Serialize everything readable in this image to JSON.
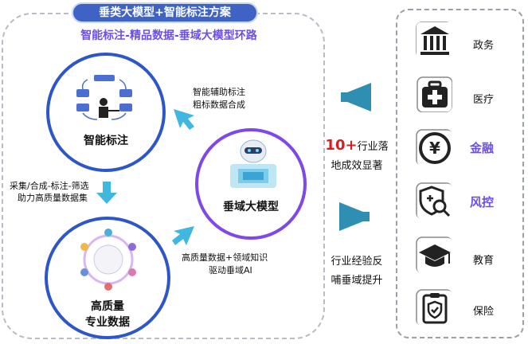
{
  "header": {
    "title": "垂类大模型+智能标注方案"
  },
  "subtitle": "智能标注-精品数据-垂域大模型环路",
  "nodes": {
    "smart_label": "智能标注",
    "vertical_model": "垂域大模型",
    "quality_data_line1": "高质量",
    "quality_data_line2": "专业数据"
  },
  "annotations": {
    "assist_line1": "智能辅助标注",
    "assist_line2": "粗标数据合成",
    "collect_line1": "采集/合成-标注-筛选",
    "collect_line2": "助力高质量数据集",
    "drive_line1": "高质量数据+领域知识",
    "drive_line2": "驱动垂域AI"
  },
  "middle": {
    "top_big": "10+",
    "top_rest": "行业落",
    "top_line2": "地成效显著",
    "bottom_line1": "行业经验反",
    "bottom_line2": "哺垂域提升"
  },
  "industries": [
    {
      "label": "政务",
      "icon": "government-building-icon",
      "highlight": false
    },
    {
      "label": "医疗",
      "icon": "medical-kit-icon",
      "highlight": false
    },
    {
      "label": "金融",
      "icon": "yuan-coin-icon",
      "highlight": true
    },
    {
      "label": "风控",
      "icon": "shield-search-icon",
      "highlight": true
    },
    {
      "label": "教育",
      "icon": "graduation-cap-icon",
      "highlight": false
    },
    {
      "label": "保险",
      "icon": "insurance-clipboard-icon",
      "highlight": false
    }
  ],
  "colors": {
    "header_bg": "#3f63c4",
    "circle_blue": "#2d57c8",
    "circle_purple": "#7f49e7",
    "arrow": "#3fb7e0",
    "highlight_text": "#6d4ee6",
    "accent_red": "#d61f1f",
    "megaphone": "#2e8fb3"
  }
}
